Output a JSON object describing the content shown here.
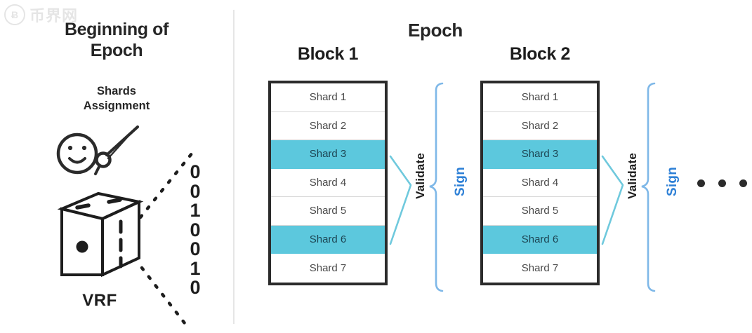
{
  "watermark": {
    "logo_glyph": "Ƀ",
    "text": "币界网"
  },
  "left_panel": {
    "title": "Beginning of Epoch",
    "title_line1": "Beginning of",
    "title_line2": "Epoch",
    "shards_assignment_line1": "Shards",
    "shards_assignment_line2": "Assignment",
    "vrf_label": "VRF",
    "binary_digits": [
      "0",
      "0",
      "1",
      "0",
      "0",
      "1",
      "0"
    ],
    "icons": {
      "face": "smiley-face-icon",
      "pointer": "magnifier-pointer-icon",
      "dice": "vrf-dice-cube-icon"
    }
  },
  "right_panel": {
    "epoch_title": "Epoch",
    "blocks": [
      {
        "title": "Block 1",
        "shards": [
          {
            "label": "Shard 1",
            "selected": false
          },
          {
            "label": "Shard 2",
            "selected": false
          },
          {
            "label": "Shard 3",
            "selected": true
          },
          {
            "label": "Shard 4",
            "selected": false
          },
          {
            "label": "Shard 5",
            "selected": false
          },
          {
            "label": "Shard 6",
            "selected": true
          },
          {
            "label": "Shard 7",
            "selected": false
          }
        ],
        "validate_label": "Validate",
        "sign_label": "Sign"
      },
      {
        "title": "Block 2",
        "shards": [
          {
            "label": "Shard 1",
            "selected": false
          },
          {
            "label": "Shard 2",
            "selected": false
          },
          {
            "label": "Shard 3",
            "selected": true
          },
          {
            "label": "Shard 4",
            "selected": false
          },
          {
            "label": "Shard 5",
            "selected": false
          },
          {
            "label": "Shard 6",
            "selected": true
          },
          {
            "label": "Shard 7",
            "selected": false
          }
        ],
        "validate_label": "Validate",
        "sign_label": "Sign"
      }
    ],
    "continuation": "• • •"
  },
  "colors": {
    "highlight_cyan": "#5cc8dd",
    "sign_blue": "#2c7fd6",
    "brace_blue": "#7fb8e8",
    "chevron_cyan": "#6fc9dd",
    "stack_border": "#2b2b2b",
    "row_divider": "#d8d8d8",
    "text_dark": "#1d1d1d",
    "shard_text": "#4a4a4a",
    "divider_gray": "#e6e6e6"
  }
}
